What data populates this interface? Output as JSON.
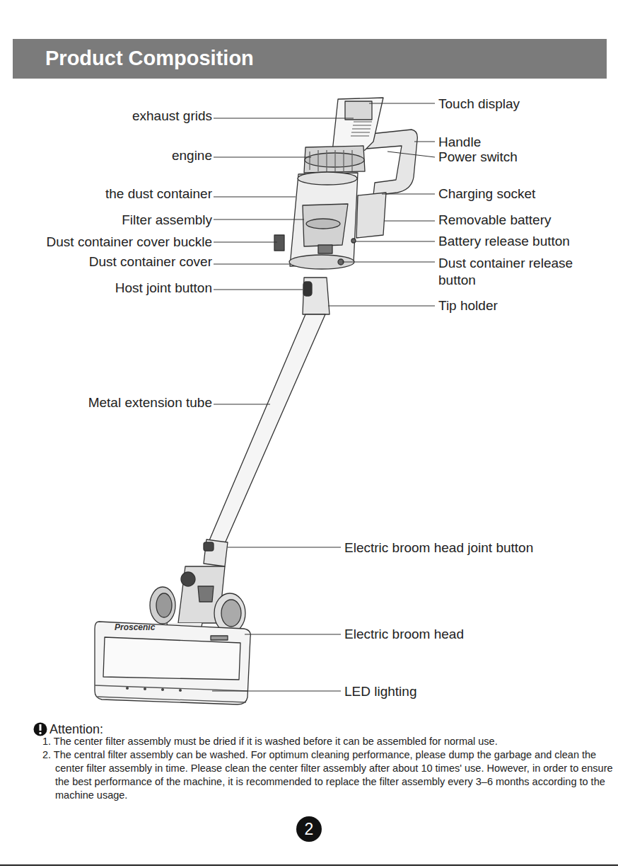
{
  "diagram": {
    "title": "Product Composition",
    "nodes": [
      {
        "text": [
          "2"
        ]
      }
    ],
    "labels": [
      "exhaust grids",
      "engine",
      "the dust container",
      "Filter assembly",
      "Dust container cover buckle",
      "Dust container cover",
      "Host joint button",
      "Metal extension tube",
      "Touch display",
      "Handle",
      "Power switch",
      "Charging socket",
      "Removable battery",
      "Battery release button",
      "Dust container release button",
      "Tip holder",
      "Electric broom head joint button",
      "Proscenic",
      "Electric broom head",
      "LED lighting",
      "Attention:",
      "1. The center filter assembly must be dried if it is washed before it can be assembled for normal use.",
      "2. The central filter assembly can be washed. For optimum cleaning performance, please dump the garbage and clean the center filter assembly in time. Please clean the center filter assembly after about 10 times' use. However, in order to ensure the best performance of the machine, it is recommended to replace the filter assembly every 3–6 months according to the machine usage."
    ]
  }
}
